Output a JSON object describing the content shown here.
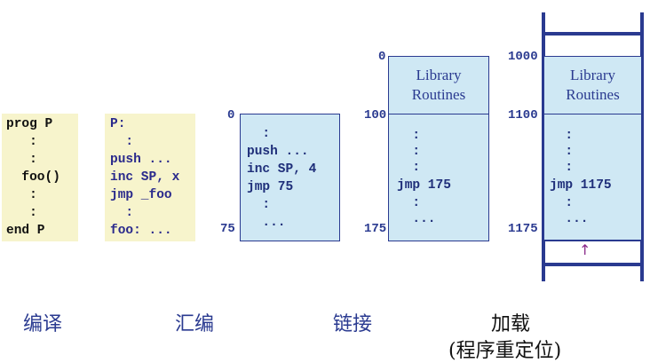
{
  "source": {
    "lines": [
      "prog P",
      "   :",
      "   :",
      "  foo()",
      "   :",
      "   :",
      "end P"
    ]
  },
  "assembly": {
    "lines": [
      "P:",
      "  :",
      "push ...",
      "inc SP, x",
      "jmp _foo",
      "  :",
      "foo: ..."
    ]
  },
  "object": {
    "addr_start": "0",
    "addr_end": "75",
    "lines": [
      "  :",
      "push ...",
      "inc SP, 4",
      "jmp 75",
      "  :",
      "  ..."
    ]
  },
  "linked": {
    "addr_top": "0",
    "addr_mid": "100",
    "addr_end": "175",
    "library_label": "Library\nRoutines",
    "lines": [
      "  :",
      "  :",
      "  :",
      "jmp 175",
      "  :",
      "  ..."
    ]
  },
  "loaded": {
    "addr_top": "1000",
    "addr_mid": "1100",
    "addr_end": "1175",
    "library_label": "Library\nRoutines",
    "lines": [
      "  :",
      "  :",
      "  :",
      "jmp 1175",
      "  :",
      "  ..."
    ],
    "arrow": "↑"
  },
  "labels": {
    "compile": "编译",
    "assemble": "汇编",
    "link": "链接",
    "load": "加载",
    "load_sub": "(程序重定位)"
  },
  "colors": {
    "yellow": "#f7f4cc",
    "blue_fill": "#cfe8f4",
    "navy": "#2a3a90",
    "arrow": "#8a2a8a"
  }
}
